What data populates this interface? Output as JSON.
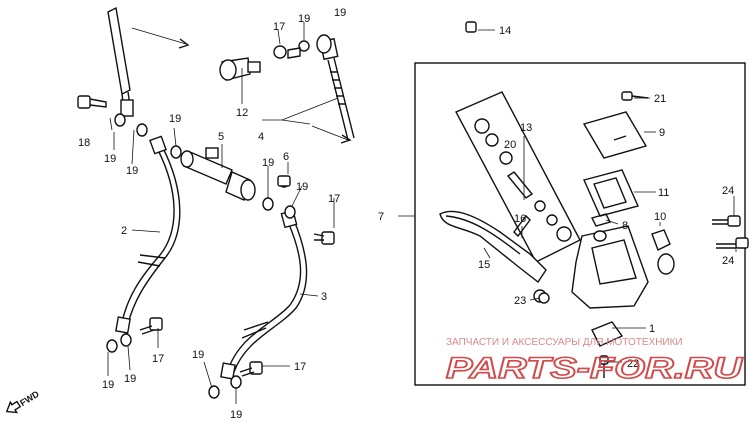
{
  "callouts": {
    "c1": "1",
    "c2": "2",
    "c3": "3",
    "c4": "4",
    "c5": "5",
    "c6": "6",
    "c7": "7",
    "c8": "8",
    "c9": "9",
    "c10": "10",
    "c11": "11",
    "c12": "12",
    "c13": "13",
    "c14": "14",
    "c15": "15",
    "c16": "16",
    "c17": "17",
    "c18": "18",
    "c19": "19",
    "c20": "20",
    "c21": "21",
    "c22": "22",
    "c23": "23",
    "c24": "24"
  },
  "direction_label": "FWD",
  "watermark": {
    "line1": "ЗАПЧАСТИ И АКСЕССУАРЫ ДЛЯ МОТОТЕХНИКИ",
    "line2": "PARTS-FOR.RU"
  }
}
